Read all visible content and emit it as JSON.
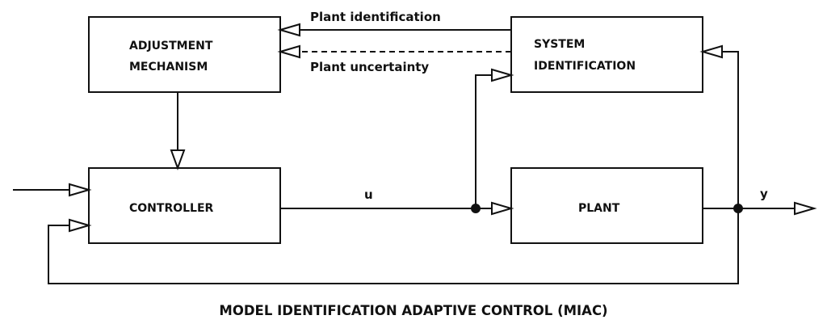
{
  "diagram": {
    "title": "MODEL IDENTIFICATION ADAPTIVE CONTROL (MIAC)",
    "blocks": {
      "adjustment": {
        "line1": "ADJUSTMENT",
        "line2": "MECHANISM"
      },
      "system_id": {
        "line1": "SYSTEM",
        "line2": "IDENTIFICATION"
      },
      "controller": {
        "label": "CONTROLLER"
      },
      "plant": {
        "label": "PLANT"
      }
    },
    "signals": {
      "plant_identification": "Plant identification",
      "plant_uncertainty": "Plant uncertainty",
      "control_input": "u",
      "output": "y"
    },
    "colors": {
      "stroke": "#111111",
      "background": "#ffffff"
    }
  }
}
